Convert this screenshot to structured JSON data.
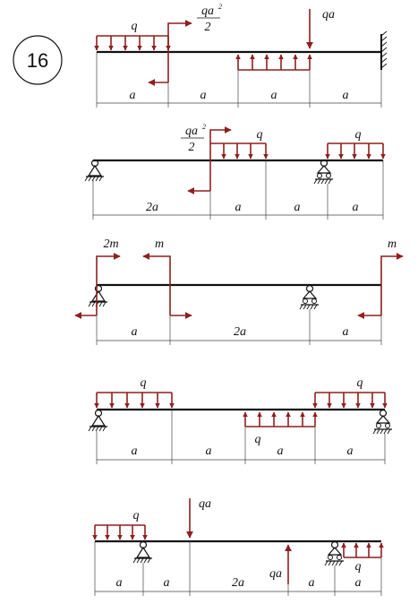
{
  "problem_number": "16",
  "labels": {
    "q": "q",
    "a": "a",
    "two_a": "2a",
    "qa": "qa",
    "qa2_num": "qa",
    "qa2_sup": "2",
    "qa2_den": "2",
    "m": "m",
    "two_m": "2m"
  },
  "colors": {
    "load": "#8f1f1f",
    "beam": "#111111",
    "dimension": "#444444"
  }
}
